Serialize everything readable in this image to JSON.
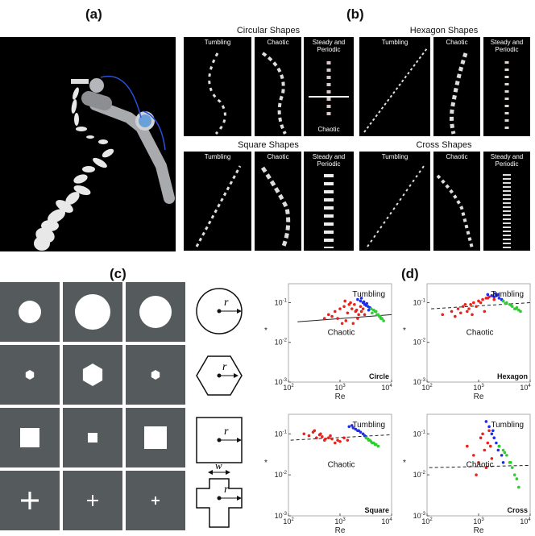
{
  "figure": {
    "label_a": "(a)",
    "label_b": "(b)",
    "label_c": "(c)",
    "label_d": "(d)"
  },
  "panel_b": {
    "groups": [
      {
        "title": "Circular Shapes",
        "strips": [
          "Tumbling",
          "Chaotic",
          "Steady and Periodic"
        ],
        "extra": "Chaotic"
      },
      {
        "title": "Hexagon Shapes",
        "strips": [
          "Tumbling",
          "Chaotic",
          "Steady and Periodic"
        ]
      },
      {
        "title": "Square Shapes",
        "strips": [
          "Tumbling",
          "Chaotic",
          "Steady and Periodic"
        ]
      },
      {
        "title": "Cross Shapes",
        "strips": [
          "Tumbling",
          "Chaotic",
          "Steady and Periodic"
        ]
      }
    ]
  },
  "panel_c": {
    "shapes": [
      "circle",
      "hexagon",
      "square",
      "cross"
    ],
    "r_label": "r",
    "w_label": "w",
    "photo_colors": {
      "background": "#555a5c",
      "shape": "#ffffff"
    }
  },
  "chart_data": [
    {
      "type": "scatter",
      "xscale": "log",
      "yscale": "log",
      "xlim": [
        100,
        10000
      ],
      "ylim": [
        0.001,
        0.3
      ],
      "xticks": [
        "10^2",
        "10^3",
        "10^4"
      ],
      "yticks": [
        "10^-3",
        "10^-2",
        "10^-1"
      ],
      "xlabel": "Re",
      "ylabel": "*",
      "shape_label": "Circle",
      "annotations": [
        "Tumbling",
        "Chaotic"
      ],
      "fit_line": {
        "style": "solid",
        "x": [
          150,
          10000
        ],
        "y": [
          0.033,
          0.05
        ]
      },
      "series": [
        {
          "color": "#e8231c",
          "x": [
            600,
            800,
            1000,
            1200,
            1500,
            1700,
            2000,
            2300,
            2500,
            2800,
            900,
            1100,
            1300,
            1600,
            1900,
            2200,
            700,
            1400,
            2100,
            500,
            1800,
            2600,
            3000,
            1250
          ],
          "y": [
            0.05,
            0.06,
            0.07,
            0.08,
            0.09,
            0.07,
            0.06,
            0.05,
            0.08,
            0.07,
            0.04,
            0.03,
            0.035,
            0.1,
            0.09,
            0.04,
            0.045,
            0.055,
            0.065,
            0.04,
            0.03,
            0.06,
            0.05,
            0.11
          ]
        },
        {
          "color": "#1f2ee8",
          "x": [
            2200,
            2500,
            2800,
            3000,
            3200,
            3500,
            3800,
            4000,
            2600,
            3300,
            2900,
            3600
          ],
          "y": [
            0.12,
            0.11,
            0.1,
            0.09,
            0.085,
            0.08,
            0.075,
            0.07,
            0.13,
            0.095,
            0.105,
            0.065
          ]
        },
        {
          "color": "#2ecc2e",
          "x": [
            4000,
            4500,
            5000,
            5500,
            6000,
            6500,
            4200,
            4800,
            5200,
            5800,
            6200,
            7000
          ],
          "y": [
            0.07,
            0.065,
            0.06,
            0.05,
            0.045,
            0.04,
            0.055,
            0.06,
            0.05,
            0.045,
            0.04,
            0.035
          ]
        }
      ]
    },
    {
      "type": "scatter",
      "xscale": "log",
      "yscale": "log",
      "xlim": [
        100,
        10000
      ],
      "ylim": [
        0.001,
        0.3
      ],
      "xticks": [
        "10^2",
        "10^3",
        "10^4"
      ],
      "yticks": [
        "10^-3",
        "10^-2",
        "10^-1"
      ],
      "xlabel": "Re",
      "ylabel": "*",
      "shape_label": "Hexagon",
      "annotations": [
        "Tumbling",
        "Chaotic"
      ],
      "fit_line": {
        "style": "dashed",
        "x": [
          120,
          10000
        ],
        "y": [
          0.07,
          0.1
        ]
      },
      "series": [
        {
          "color": "#e8231c",
          "x": [
            200,
            300,
            400,
            500,
            600,
            700,
            800,
            900,
            1000,
            1200,
            1400,
            1600,
            1800,
            2000,
            350,
            450,
            550,
            650,
            750,
            1100,
            1300,
            1500
          ],
          "y": [
            0.05,
            0.06,
            0.07,
            0.08,
            0.06,
            0.09,
            0.1,
            0.08,
            0.11,
            0.12,
            0.13,
            0.14,
            0.15,
            0.12,
            0.045,
            0.055,
            0.09,
            0.07,
            0.05,
            0.1,
            0.06,
            0.13
          ]
        },
        {
          "color": "#1f2ee8",
          "x": [
            1500,
            1800,
            2000,
            2200,
            2500,
            2800,
            3000,
            2100,
            2400
          ],
          "y": [
            0.16,
            0.15,
            0.14,
            0.15,
            0.13,
            0.12,
            0.11,
            0.17,
            0.16
          ]
        },
        {
          "color": "#2ecc2e",
          "x": [
            3000,
            3500,
            4000,
            4500,
            5000,
            5500,
            6000,
            6500,
            3300,
            4300,
            5300
          ],
          "y": [
            0.11,
            0.1,
            0.09,
            0.08,
            0.07,
            0.075,
            0.065,
            0.06,
            0.095,
            0.085,
            0.07
          ]
        }
      ]
    },
    {
      "type": "scatter",
      "xscale": "log",
      "yscale": "log",
      "xlim": [
        100,
        10000
      ],
      "ylim": [
        0.001,
        0.3
      ],
      "xticks": [
        "10^2",
        "10^3",
        "10^4"
      ],
      "yticks": [
        "10^-3",
        "10^-2",
        "10^-1"
      ],
      "xlabel": "Re",
      "ylabel": "*",
      "shape_label": "Square",
      "annotations": [
        "Tumbling",
        "Chaotic"
      ],
      "fit_line": {
        "style": "dashed",
        "x": [
          110,
          10000
        ],
        "y": [
          0.07,
          0.095
        ]
      },
      "series": [
        {
          "color": "#e8231c",
          "x": [
            200,
            250,
            300,
            350,
            400,
            450,
            500,
            600,
            700,
            800,
            900,
            1000,
            1200,
            1400,
            320,
            420,
            520,
            650
          ],
          "y": [
            0.1,
            0.09,
            0.11,
            0.08,
            0.095,
            0.085,
            0.07,
            0.08,
            0.075,
            0.06,
            0.07,
            0.065,
            0.08,
            0.07,
            0.12,
            0.1,
            0.075,
            0.09
          ]
        },
        {
          "color": "#1f2ee8",
          "x": [
            1500,
            1800,
            2000,
            2200,
            2500,
            2800,
            3000,
            3200,
            1700,
            2300
          ],
          "y": [
            0.15,
            0.14,
            0.13,
            0.12,
            0.11,
            0.1,
            0.09,
            0.085,
            0.16,
            0.12
          ]
        },
        {
          "color": "#2ecc2e",
          "x": [
            3200,
            3500,
            3800,
            4000,
            4500,
            5000,
            5500,
            3600,
            4200,
            4800
          ],
          "y": [
            0.08,
            0.075,
            0.07,
            0.065,
            0.06,
            0.055,
            0.05,
            0.07,
            0.06,
            0.055
          ]
        }
      ]
    },
    {
      "type": "scatter",
      "xscale": "log",
      "yscale": "log",
      "xlim": [
        100,
        10000
      ],
      "ylim": [
        0.001,
        0.3
      ],
      "xticks": [
        "10^2",
        "10^3",
        "10^4"
      ],
      "yticks": [
        "10^-3",
        "10^-2",
        "10^-1"
      ],
      "xlabel": "Re",
      "ylabel": "*",
      "shape_label": "Cross",
      "annotations": [
        "Tumbling",
        "Chaotic"
      ],
      "fit_line": {
        "style": "dashed",
        "x": [
          110,
          10000
        ],
        "y": [
          0.015,
          0.017
        ]
      },
      "series": [
        {
          "color": "#e8231c",
          "x": [
            600,
            800,
            1000,
            1100,
            1200,
            1300,
            1400,
            1500,
            1600,
            1800,
            900,
            1700
          ],
          "y": [
            0.05,
            0.03,
            0.02,
            0.08,
            0.1,
            0.04,
            0.015,
            0.06,
            0.12,
            0.025,
            0.01,
            0.05
          ]
        },
        {
          "color": "#1f2ee8",
          "x": [
            1400,
            1600,
            1800,
            2000,
            2200,
            2500,
            2800,
            3000,
            1900,
            2400
          ],
          "y": [
            0.2,
            0.15,
            0.1,
            0.08,
            0.06,
            0.05,
            0.03,
            0.02,
            0.12,
            0.04
          ]
        },
        {
          "color": "#2ecc2e",
          "x": [
            2500,
            3000,
            3500,
            4000,
            4500,
            5000,
            5500,
            6000,
            3200,
            4200
          ],
          "y": [
            0.05,
            0.04,
            0.03,
            0.02,
            0.015,
            0.01,
            0.008,
            0.005,
            0.035,
            0.02
          ]
        }
      ]
    }
  ]
}
